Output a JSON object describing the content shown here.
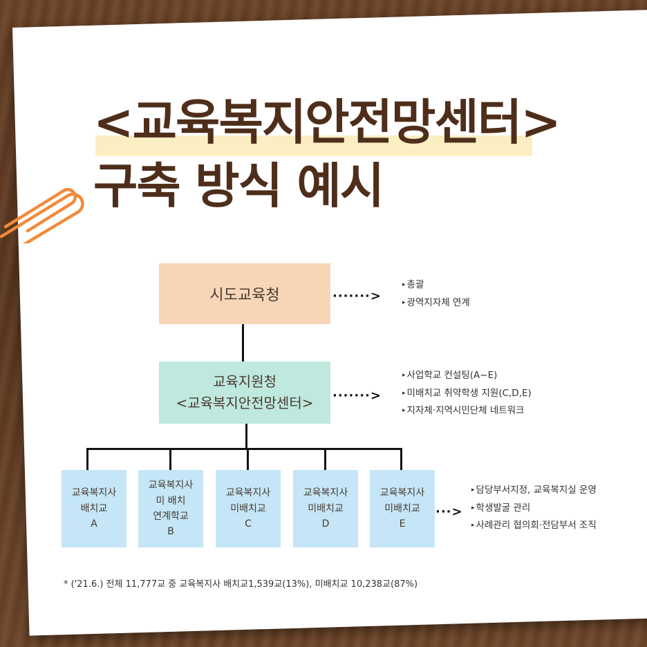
{
  "title": {
    "line1": "<교육복지안전망센터>",
    "line2": "구축 방식 예시"
  },
  "colors": {
    "title": "#4e2e1a",
    "highlight": "#fbeec3",
    "top_box": "#f7d6b8",
    "mid_box": "#bfe8de",
    "school_box": "#c4e6f7"
  },
  "top_box": {
    "label": "시도교육청"
  },
  "mid_box": {
    "line1": "교육지원청",
    "line2": "<교육복지안전망센터>"
  },
  "schools": [
    {
      "line1": "교육복지사",
      "line2": "배치교",
      "line3": "A"
    },
    {
      "line1": "교육복지사",
      "line2": "미 배치",
      "line3": "연계학교",
      "line4": "B"
    },
    {
      "line1": "교육복지사",
      "line2": "미배치교",
      "line3": "C"
    },
    {
      "line1": "교육복지사",
      "line2": "미배치교",
      "line3": "D"
    },
    {
      "line1": "교육복지사",
      "line2": "미배치교",
      "line3": "E"
    }
  ],
  "notes_top": [
    "총괄",
    "광역지자체 연계"
  ],
  "notes_mid": [
    "사업학교 컨설팅(A~E)",
    "미배치교 취약학생 지원(C,D,E)",
    "지자체·지역시민단체 네트워크"
  ],
  "notes_school": [
    "담당부서지정, 교육복지실 운영",
    "학생발굴 관리",
    "사례관리 협의회·전담부서 조직"
  ],
  "footnote": "* ('21.6.) 전체 11,777교 중 교육복지사 배치교1,539교(13%), 미배치교 10,238교(87%)",
  "arrows": {
    "top": "·······>",
    "mid": "·······>",
    "school": "···>"
  }
}
